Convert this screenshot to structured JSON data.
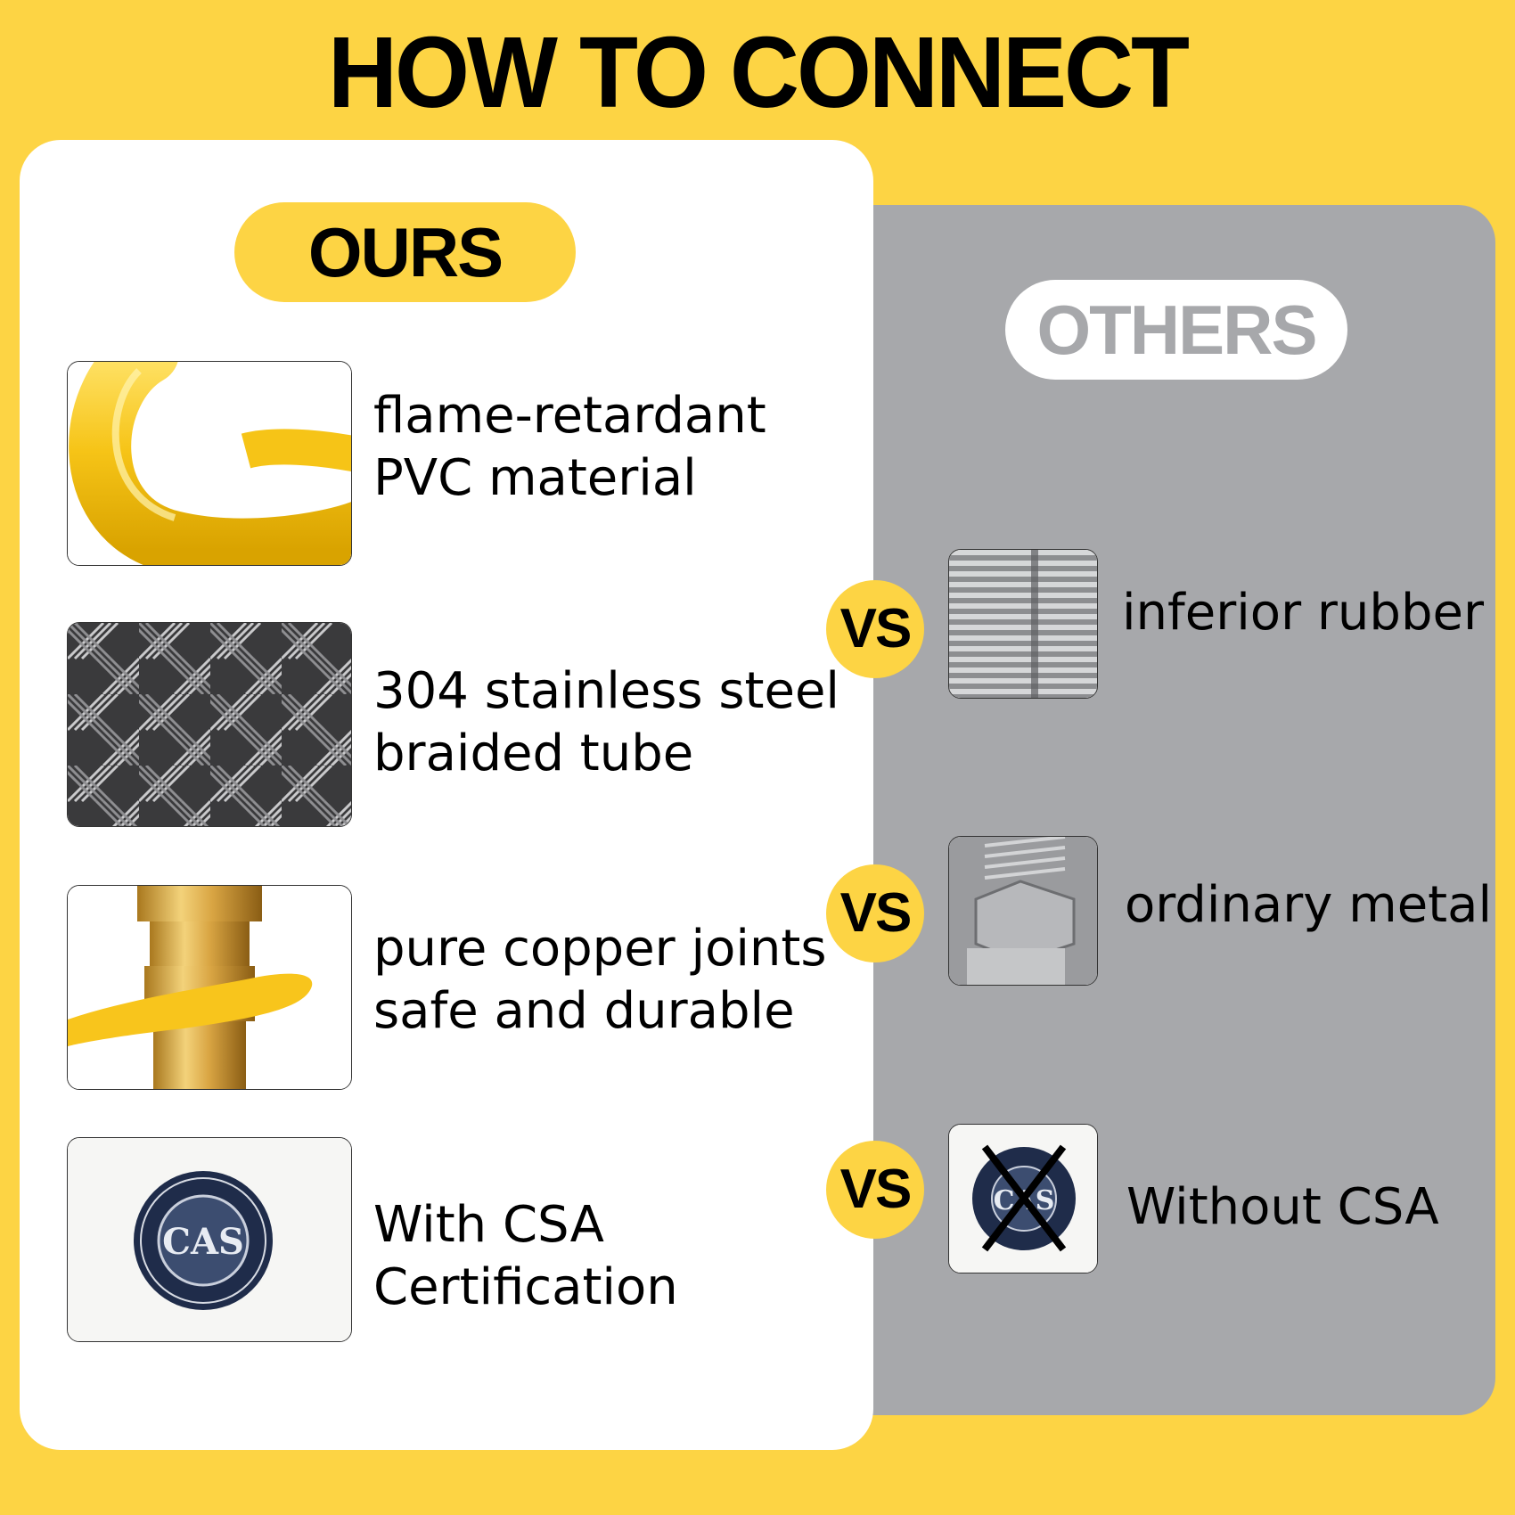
{
  "title": "HOW TO CONNECT",
  "ours": {
    "label": "OURS",
    "features": [
      {
        "icon": "yellow-hose-icon",
        "line1": "flame-retardant",
        "line2": "PVC material"
      },
      {
        "icon": "braided-steel-icon",
        "line1": "304 stainless steel",
        "line2": "braided tube"
      },
      {
        "icon": "brass-fitting-icon",
        "line1": "pure copper joints",
        "line2": "safe and durable"
      },
      {
        "icon": "cas-seal-icon",
        "line1": "With CSA",
        "line2": "Certification"
      }
    ]
  },
  "others": {
    "label": "OTHERS",
    "features": [
      {
        "icon": "corrugated-tube-icon",
        "text": "inferior rubber"
      },
      {
        "icon": "metal-fitting-icon",
        "text": "ordinary metal"
      },
      {
        "icon": "crossed-cas-seal-icon",
        "text": "Without CSA"
      }
    ]
  },
  "vs_label": "VS",
  "seal_text": "CAS",
  "colors": {
    "accent": "#fdd444",
    "others_panel": "#a7a8ab",
    "ours_panel": "#ffffff"
  }
}
